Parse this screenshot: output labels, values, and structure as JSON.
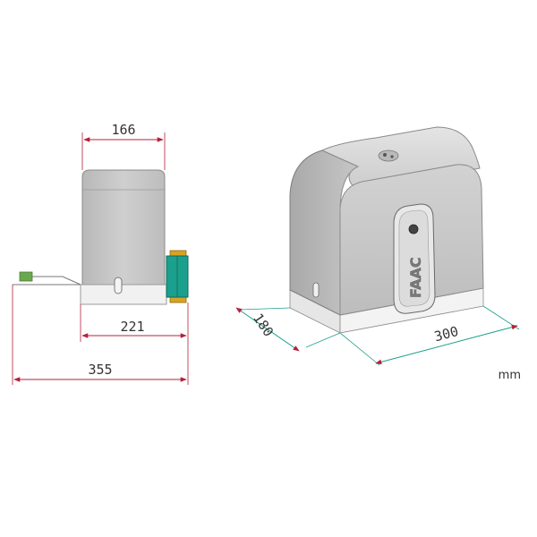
{
  "diagram": {
    "side_view": {
      "dim_top": "166",
      "dim_mid": "221",
      "dim_bottom": "355"
    },
    "iso_view": {
      "dim_depth": "180",
      "dim_width": "300",
      "brand": "FAAC"
    },
    "unit": "mm",
    "colors": {
      "dimension_line": "#b3203a",
      "housing": "#c4c4c4",
      "base": "#f1f1f1",
      "accent_green": "#1aa08c",
      "accent_yellow": "#d9a321"
    }
  }
}
